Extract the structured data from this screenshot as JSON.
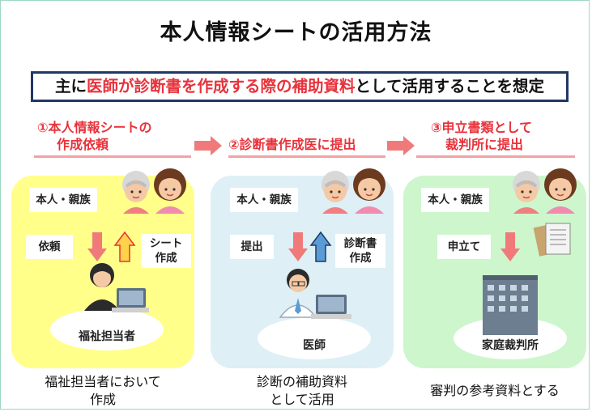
{
  "title": "本人情報シートの活用方法",
  "banner": {
    "prefix": "主に",
    "highlight": "医師が診断書を作成する際の補助資料",
    "suffix": "として活用することを想定"
  },
  "steps": [
    {
      "line1": "①本人情報シートの",
      "line2": "作成依頼"
    },
    {
      "line1": "②診断書作成医に提出"
    },
    {
      "line1": "③申立書類として",
      "line2": "裁判所に提出"
    }
  ],
  "panels": [
    {
      "party": "本人・親族",
      "down_label": "依頼",
      "up_label_1": "シート",
      "up_label_2": "作成",
      "actor": "福祉担当者"
    },
    {
      "party": "本人・親族",
      "down_label": "提出",
      "up_label_1": "診断書",
      "up_label_2": "作成",
      "actor": "医師"
    },
    {
      "party": "本人・親族",
      "down_label": "申立て",
      "actor": "家庭裁判所"
    }
  ],
  "captions": [
    {
      "line1": "福祉担当者において",
      "line2": "作成"
    },
    {
      "line1": "診断の補助資料",
      "line2": "として活用"
    },
    {
      "line1": "審判の参考資料とする"
    }
  ],
  "colors": {
    "accent_red": "#e8323b",
    "navy": "#1f3864",
    "panel1": "#ffff8a",
    "panel2": "#deeff6",
    "panel3": "#cdf6cd"
  },
  "icons": [
    "elderly-woman-icon",
    "young-woman-icon",
    "office-worker-icon",
    "doctor-icon",
    "court-building-icon",
    "documents-icon"
  ]
}
